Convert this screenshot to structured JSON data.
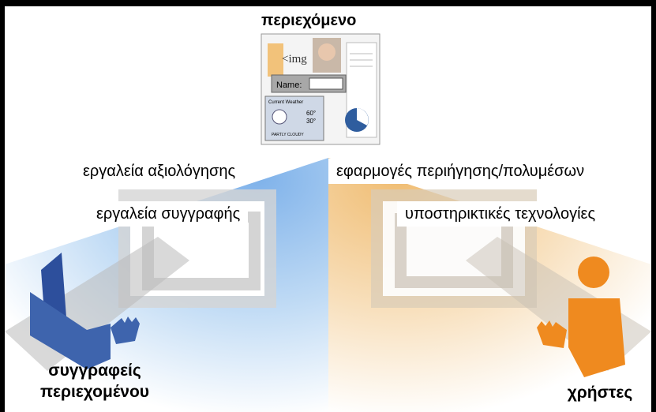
{
  "content_title": "περιεχόμενο",
  "content_image": {
    "img_tag_text": "<img",
    "name_field_label": "Name:",
    "weather_title": "Current Weather",
    "weather_temp_high": "60°",
    "weather_temp_low": "30°",
    "weather_condition": "PARTLY CLOUDY"
  },
  "left_boxes": [
    "εργαλεία αξιολόγησης",
    "εργαλεία συγγραφής"
  ],
  "right_boxes": [
    "εφαρμογές περιήγησης/πολυμέσων",
    "υποστηρικτικές τεχνολογίες"
  ],
  "authors_label_line1": "συγγραφείς",
  "authors_label_line2": "περιεχομένου",
  "users_label": "χρήστες",
  "colors": {
    "background": "#000000",
    "left_fan": "#9ec2ea",
    "right_fan": "#f3c98c",
    "author_figure": "#3e64ad",
    "user_figure": "#ef8a1f",
    "panel_gray": "#c8c8c8"
  }
}
